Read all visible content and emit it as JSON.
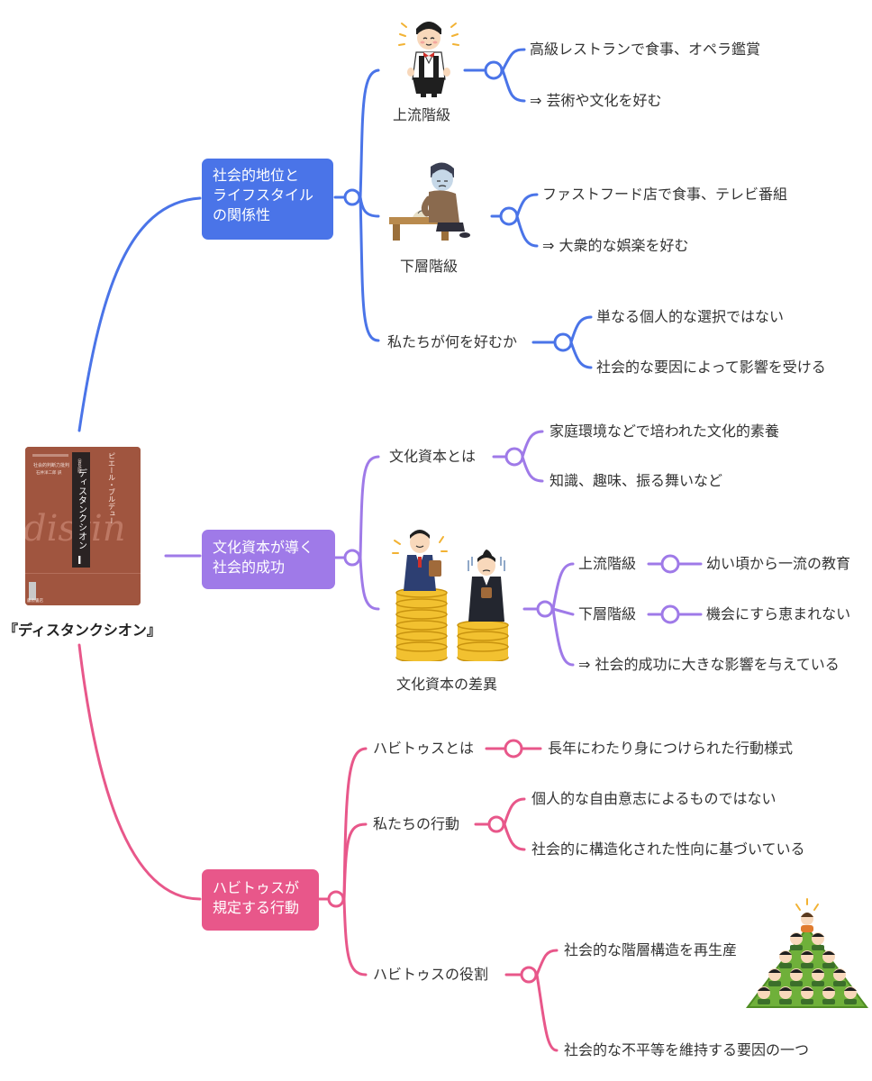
{
  "root": {
    "label": "『ディスタンクシオン』"
  },
  "book": {
    "author": "ピエール・ブルデュー",
    "title": "ディスタンクシオン",
    "volume": "I",
    "subtitle": "社会的判断力批判",
    "translator": "石井洋二郎 訳",
    "publisher": "藤原書店",
    "edition": "〈普及版〉",
    "watermark": "distin"
  },
  "colors": {
    "blue": "#4a74e8",
    "purple": "#9f7ae8",
    "pink": "#e8578a",
    "text": "#333333"
  },
  "branches": [
    {
      "title_lines": [
        "社会的地位と",
        "ライフスタイル",
        "の関係性"
      ],
      "nodes": [
        {
          "label": "上流階級",
          "icon": "waiter-illustration",
          "leaves": [
            "高級レストランで食事、オペラ鑑賞",
            "⇒ 芸術や文化を好む"
          ]
        },
        {
          "label": "下層階級",
          "icon": "tired-man-illustration",
          "leaves": [
            "ファストフード店で食事、テレビ番組",
            "⇒ 大衆的な娯楽を好む"
          ]
        },
        {
          "label": "私たちが何を好むか",
          "leaves": [
            "単なる個人的な選択ではない",
            "社会的な要因によって影響を受ける"
          ]
        }
      ]
    },
    {
      "title_lines": [
        "文化資本が導く",
        "社会的成功"
      ],
      "nodes": [
        {
          "label": "文化資本とは",
          "leaves": [
            "家庭環境などで培われた文化的素養",
            "知識、趣味、振る舞いなど"
          ]
        },
        {
          "label": "文化資本の差異",
          "icon": "rich-poor-coins-illustration",
          "subs": [
            {
              "label": "上流階級",
              "leaf": "幼い頃から一流の教育"
            },
            {
              "label": "下層階級",
              "leaf": "機会にすら恵まれない"
            }
          ],
          "leaf": "⇒ 社会的成功に大きな影響を与えている"
        }
      ]
    },
    {
      "title_lines": [
        "ハビトゥスが",
        "規定する行動"
      ],
      "nodes": [
        {
          "label": "ハビトゥスとは",
          "leaves": [
            "長年にわたり身につけられた行動様式"
          ]
        },
        {
          "label": "私たちの行動",
          "leaves": [
            "個人的な自由意志によるものではない",
            "社会的に構造化された性向に基づいている"
          ]
        },
        {
          "label": "ハビトゥスの役割",
          "icon": "people-pyramid-illustration",
          "leaves": [
            "社会的な階層構造を再生産",
            "社会的な不平等を維持する要因の一つ"
          ]
        }
      ]
    }
  ]
}
